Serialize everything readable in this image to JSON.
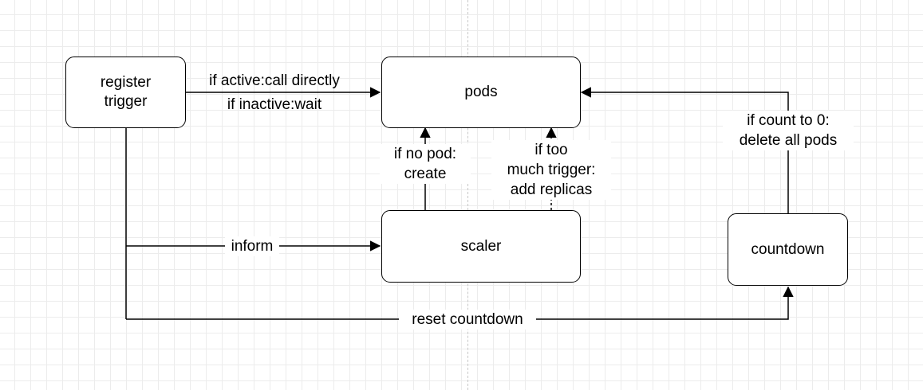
{
  "diagram": {
    "nodes": {
      "register_trigger": "register\ntrigger",
      "pods": "pods",
      "scaler": "scaler",
      "countdown": "countdown"
    },
    "edges": {
      "register_to_pods_1": "if active:call directly",
      "register_to_pods_2": "if inactive:wait",
      "scaler_to_pods_create": "if no pod:\ncreate",
      "scaler_to_pods_replicas": "if too\nmuch trigger:\nadd replicas",
      "countdown_to_pods": "if count to 0:\ndelete all pods",
      "register_to_scaler": "inform",
      "register_to_countdown": "reset countdown"
    },
    "colors": {
      "stroke": "#000000",
      "node_fill": "#ffffff",
      "grid": "#ececec"
    }
  }
}
